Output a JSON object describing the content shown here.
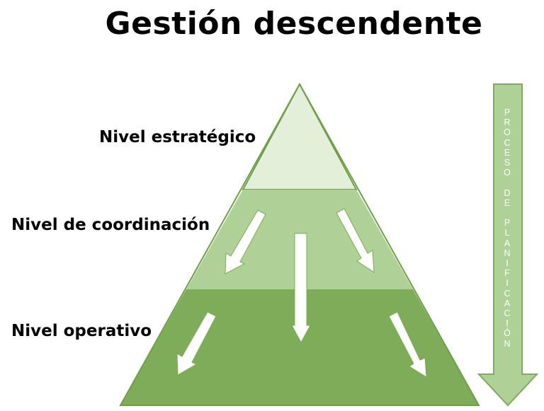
{
  "title": "Gestión descendente",
  "levels": {
    "strategic": "Nivel estratégico",
    "coordination": "Nivel de coordinación",
    "operative": "Nivel operativo"
  },
  "process_label": "PROCESO DE PLANIFICACIÓN",
  "colors": {
    "top_tier": "#e3efd9",
    "middle_tier": "#afd096",
    "bottom_tier": "#7eac58",
    "outline": "#6f9f4a",
    "arrow_fill": "#ffffff",
    "process_arrow_fill": "#afd096",
    "process_arrow_outline": "#7eac58"
  }
}
